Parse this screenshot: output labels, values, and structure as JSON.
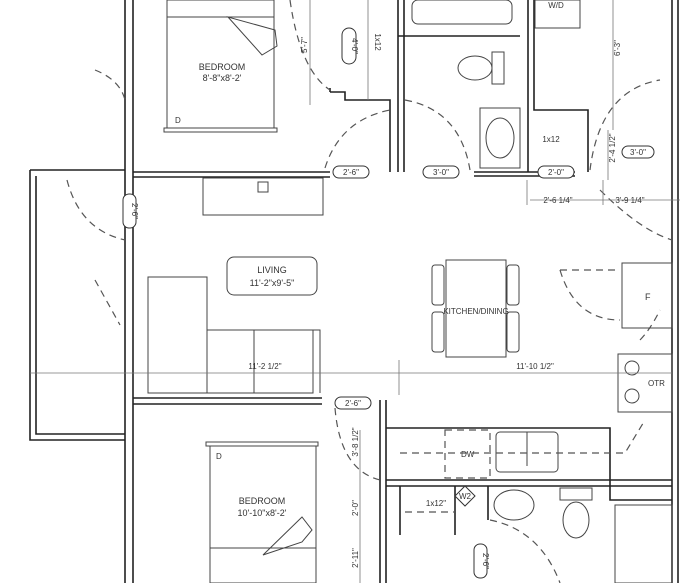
{
  "rooms": {
    "bedroom_top": {
      "name": "BEDROOM",
      "size": "8'-8\"x8'-2'",
      "marker": "D"
    },
    "living": {
      "name": "LIVING",
      "size": "11'-2\"x9'-5\""
    },
    "kitchen": {
      "name": "KITCHEN/DINING"
    },
    "bedroom_bottom": {
      "name": "BEDROOM",
      "size": "10'-10\"x8'-2'",
      "marker": "D"
    }
  },
  "appliances": {
    "washer_dryer": "W/D",
    "fridge": "F",
    "range": "OTR",
    "dishwasher": "DW",
    "window_tag": "W2"
  },
  "door_tags": {
    "bed_top_closet": "4'-0\"",
    "bed_top_door": "2'-6\"",
    "bath_door": "3'-0\"",
    "linen_door": "2'-0\"",
    "entry_door": "3'-0\"",
    "balcony_door": "2'-6\"",
    "bed_bottom_door": "2'-6\"",
    "bath_bottom_door": "2'-6\""
  },
  "dimensions": {
    "d1": "5'-7\"",
    "shelf1": "1x12",
    "d2": "6'-3\"",
    "shelf2": "1x12",
    "d3": "2'-4 1/2\"",
    "d4": "2'-6 1/4\"",
    "d5": "3'-9 1/4\"",
    "d6": "11'-2 1/2\"",
    "d7": "11'-10 1/2\"",
    "d8": "3'-8 1/2\"",
    "d9": "2'-0\"",
    "shelf3": "1x12\"",
    "d10": "2'-11\""
  }
}
